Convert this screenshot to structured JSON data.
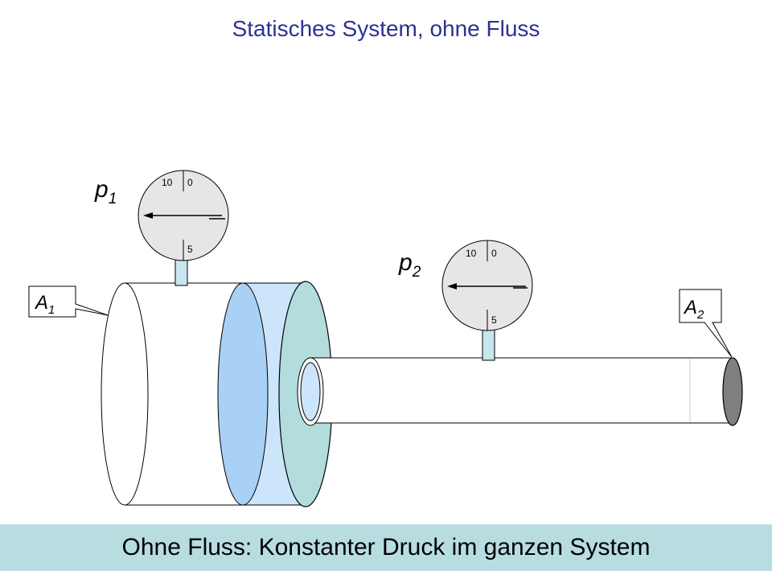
{
  "title": "Statisches System, ohne Fluss",
  "footer": "Ohne Fluss: Konstanter Druck im ganzen System",
  "labels": {
    "p1_main": "p",
    "p1_sub": "1",
    "p2_main": "p",
    "p2_sub": "2",
    "a1_main": "A",
    "a1_sub": "1",
    "a2_main": "A",
    "a2_sub": "2"
  },
  "gauge1": {
    "tick_10": "10",
    "tick_0": "0",
    "tick_5": "5"
  },
  "gauge2": {
    "tick_10": "10",
    "tick_0": "0",
    "tick_5": "5"
  },
  "colors": {
    "title": "#2e3192",
    "footer_bg": "#b7dde1",
    "piston_blue": "#a9d0f5",
    "piston_light": "#cce5fb",
    "teal_face": "#b3dcdc",
    "pipe_stem": "#c8e6ee",
    "gauge_face": "#e6e6e6",
    "outlet": "#7f7f7f"
  }
}
